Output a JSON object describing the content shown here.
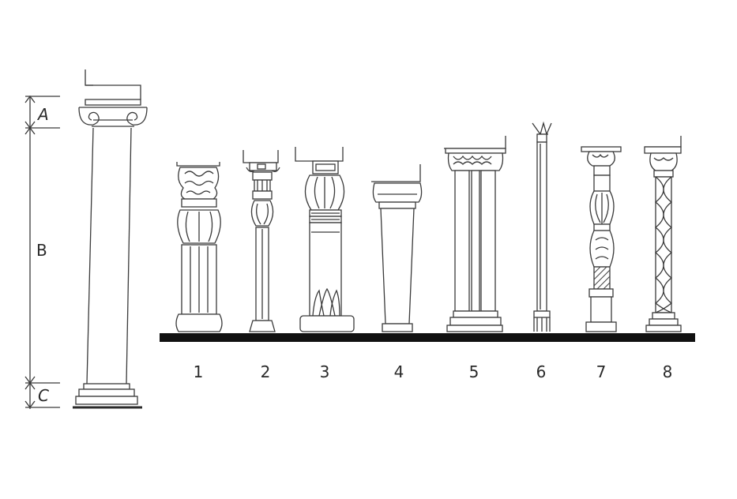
{
  "dimensions": {
    "a": "A",
    "b": "B",
    "c": "C"
  },
  "columns": [
    {
      "number": "1"
    },
    {
      "number": "2"
    },
    {
      "number": "3"
    },
    {
      "number": "4"
    },
    {
      "number": "5"
    },
    {
      "number": "6"
    },
    {
      "number": "7"
    },
    {
      "number": "8"
    }
  ],
  "colors": {
    "ink": "#2a2a2a",
    "ground": "#111111",
    "paper": "#ffffff"
  }
}
